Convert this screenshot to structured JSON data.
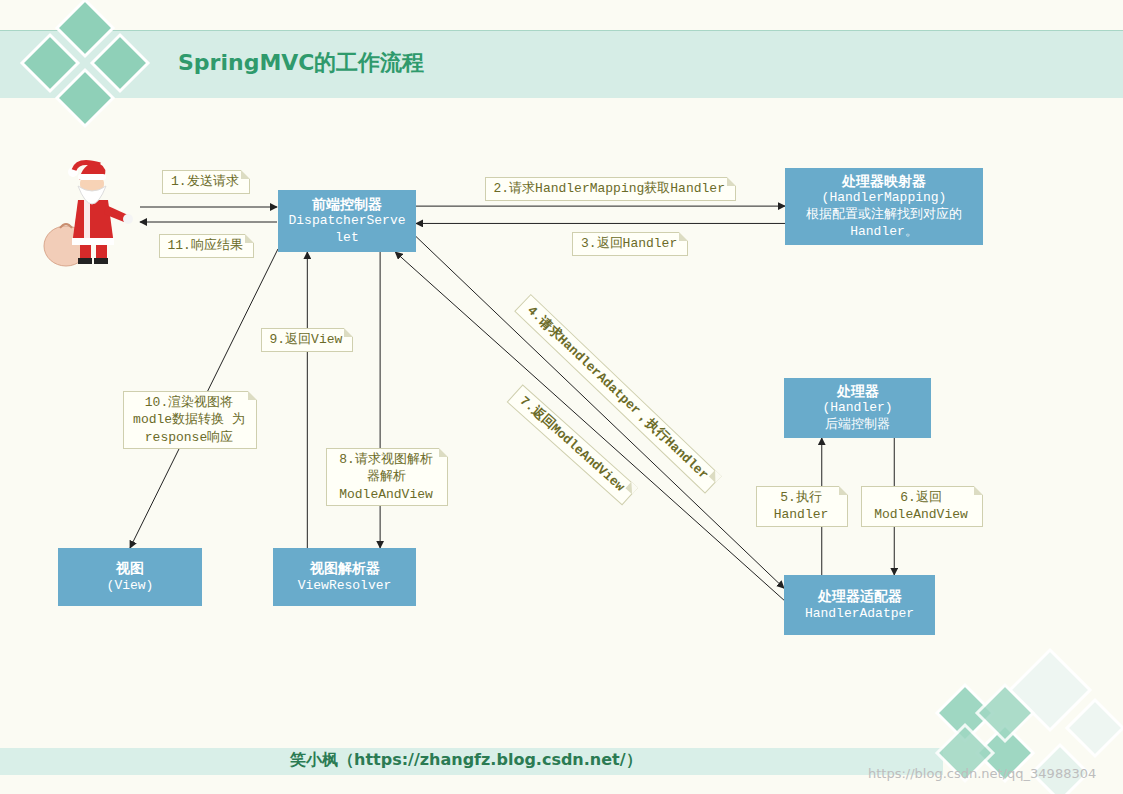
{
  "diagram": {
    "title": "SpringMVC的工作流程",
    "caption": "笑小枫（https://zhangfz.blog.csdn.net/）",
    "nodes": [
      {
        "text": [
          "前端控制器",
          "DispatcherServe let"
        ]
      },
      {
        "text": [
          "处理器映射器",
          "(HandlerMapping)",
          "根据配置或注解找到对应的Handler。"
        ]
      },
      {
        "text": [
          "处理器",
          "(Handler)",
          "后端控制器"
        ]
      },
      {
        "text": [
          "处理器适配器",
          "HandlerAdatper"
        ]
      },
      {
        "text": [
          "视图解析器",
          "ViewResolver"
        ]
      },
      {
        "text": [
          "视图",
          "(View)"
        ]
      }
    ],
    "edges": [
      {
        "from": 0,
        "to": 1,
        "label": "2.请求HandlerMapping获取Handler",
        "arrow": "to"
      },
      {
        "from": 1,
        "to": 0,
        "label": "3.返回Handler",
        "arrow": "to"
      },
      {
        "from": 0,
        "to": 3,
        "label": "4.请求HandlerAdatper，执行Handler",
        "arrow": "to"
      },
      {
        "from": 3,
        "to": 2,
        "label": "5.执行 Handler",
        "arrow": "to"
      },
      {
        "from": 2,
        "to": 3,
        "label": "6.返回 ModleAndView",
        "arrow": "to"
      },
      {
        "from": 3,
        "to": 0,
        "label": "7.返回ModleAndView",
        "arrow": "to"
      },
      {
        "from": 0,
        "to": 4,
        "label": "8.请求视图解析器解析 ModleAndView",
        "arrow": "to"
      },
      {
        "from": 4,
        "to": 0,
        "label": "9.返回View",
        "arrow": "to"
      },
      {
        "from": 0,
        "to": 5,
        "label": "10.渲染视图将 modle数据转换 为response响应",
        "arrow": "to"
      }
    ],
    "labels": [
      "1.发送请求",
      "11.响应结果",
      "https://blog.csdn.net/qq_34988304"
    ]
  }
}
